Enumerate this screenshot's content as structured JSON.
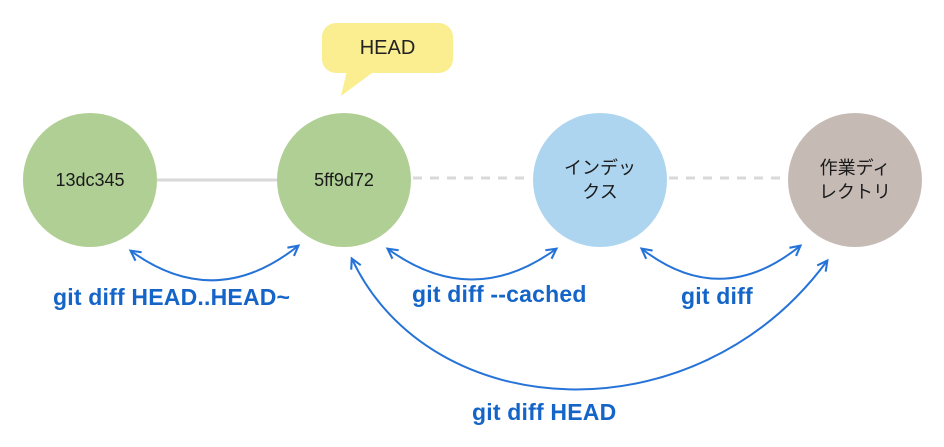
{
  "diagram": {
    "nodes": [
      {
        "id": "commit-13dc345",
        "label": "13dc345",
        "color": "#AFCF95"
      },
      {
        "id": "commit-5ff9d72",
        "label": "5ff9d72",
        "color": "#AFCF95"
      },
      {
        "id": "index",
        "label": "インデックス",
        "color": "#AED5F0"
      },
      {
        "id": "working-directory",
        "label": "作業ディレクトリ",
        "color": "#C6BAB5"
      }
    ],
    "head_bubble": {
      "label": "HEAD",
      "points_to": "5ff9d72"
    },
    "connectors": {
      "segments": [
        {
          "from": "13dc345",
          "to": "5ff9d72",
          "style": "solid"
        },
        {
          "from": "5ff9d72",
          "to": "インデックス",
          "style": "dashed"
        },
        {
          "from": "インデックス",
          "to": "作業ディレクトリ",
          "style": "dashed"
        }
      ]
    },
    "commands": [
      {
        "label": "git diff HEAD..HEAD~",
        "from": "13dc345",
        "to": "5ff9d72"
      },
      {
        "label": "git diff --cached",
        "from": "5ff9d72",
        "to": "インデックス"
      },
      {
        "label": "git diff",
        "from": "インデックス",
        "to": "作業ディレクトリ"
      },
      {
        "label": "git diff HEAD",
        "from": "5ff9d72",
        "to": "作業ディレクトリ"
      }
    ],
    "colors": {
      "arrow": "#2673D8",
      "command_text": "#1565C8",
      "connector": "#D9D9D9",
      "node_text": "#1A1A1A",
      "bubble_fill": "#FAEE90",
      "bubble_text": "#222222",
      "background": "#FFFFFF"
    }
  }
}
